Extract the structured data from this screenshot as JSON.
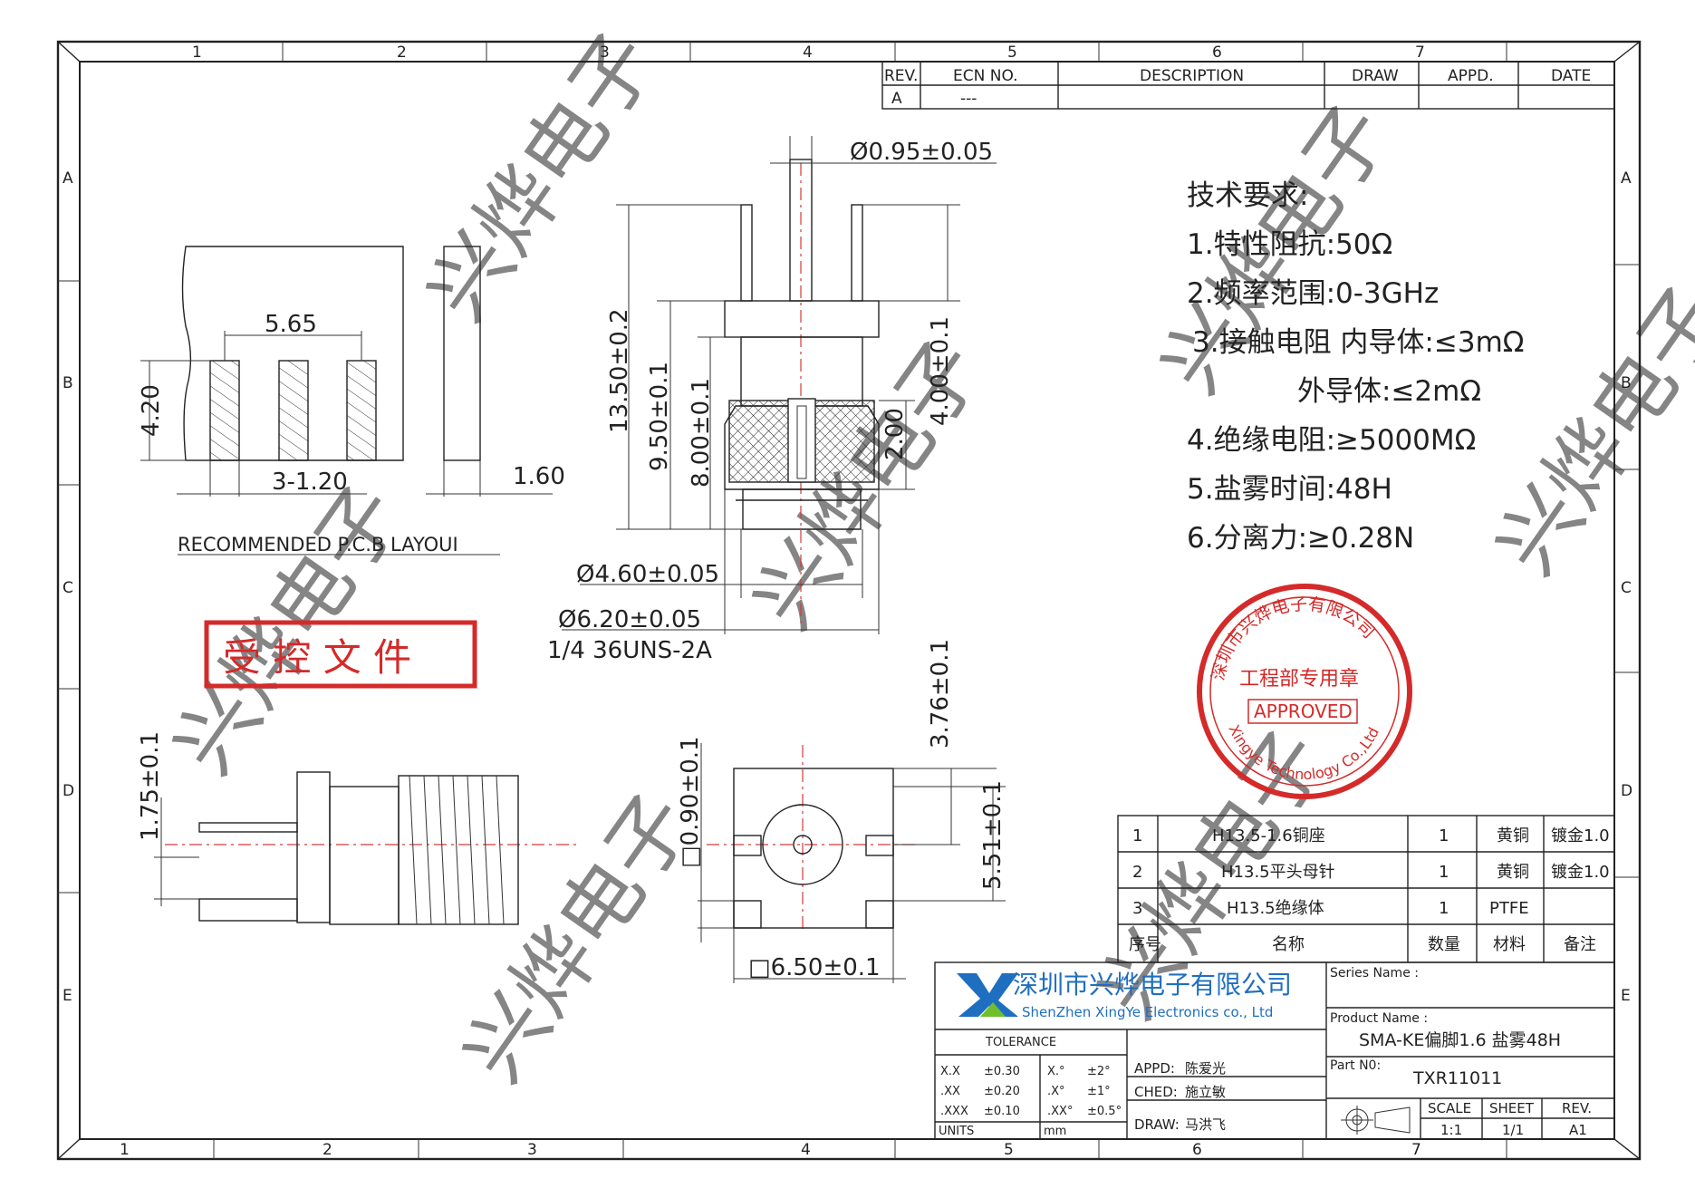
{
  "frame": {
    "col_labels": [
      "1",
      "2",
      "3",
      "4",
      "5",
      "6",
      "7"
    ],
    "row_labels": [
      "A",
      "B",
      "C",
      "D",
      "E"
    ]
  },
  "revision_table": {
    "headers": [
      "REV.",
      "ECN NO.",
      "DESCRIPTION",
      "DRAW",
      "APPD.",
      "DATE"
    ],
    "row": [
      "A",
      "---",
      "",
      "",
      "",
      ""
    ]
  },
  "tech_requirements": {
    "title": "技术要求:",
    "items": [
      "1.特性阻抗:50Ω",
      "2.频率范围:0-3GHz",
      "3.接触电阻  内导体:≤3mΩ",
      "外导体:≤2mΩ",
      "4.绝缘电阻:≥5000MΩ",
      "5.盐雾时间:48H",
      "6.分离力:≥0.28N"
    ]
  },
  "pcb_layout": {
    "caption": "RECOMMENDED P.C.B LAYOUI",
    "dim_pitch": "5.65",
    "dim_height": "4.20",
    "dim_pad": "3-1.20",
    "dim_board": "1.60"
  },
  "controlled_doc_stamp": "受 控 文 件",
  "side_view": {
    "dim_pin_dia": "Ø0.95±0.05",
    "dim_total": "13.50±0.2",
    "dim_body": "9.50±0.1",
    "dim_insulator": "8.00±0.1",
    "dim_pin_len": "4.00±0.1",
    "dim_step": "2.00",
    "dim_inner_dia": "Ø4.60±0.05",
    "dim_outer_dia": "Ø6.20±0.05",
    "thread": "1/4 36UNS-2A"
  },
  "bottom_view": {
    "dim_left": "1.75±0.1"
  },
  "front_view": {
    "dim_top": "3.76±0.1",
    "dim_left": "□0.90±0.1",
    "dim_right": "5.51±0.1",
    "dim_bottom": "□6.50±0.1"
  },
  "approval_seal": {
    "company": "深圳市兴烨电子有限公司",
    "dept": "工程部专用章",
    "english": "Xingye Technology Co.,Ltd",
    "status": "APPROVED"
  },
  "bom": {
    "rows": [
      {
        "no": "1",
        "name": "H13.5-1.6铜座",
        "qty": "1",
        "material": "黄铜",
        "note": "镀金1.0"
      },
      {
        "no": "2",
        "name": "H13.5平头母针",
        "qty": "1",
        "material": "黄铜",
        "note": "镀金1.0"
      },
      {
        "no": "3",
        "name": "H13.5绝缘体",
        "qty": "1",
        "material": "PTFE",
        "note": ""
      }
    ],
    "headers": {
      "no": "序号",
      "name": "名称",
      "qty": "数量",
      "material": "材料",
      "note": "备注"
    }
  },
  "title_block": {
    "company_cn": "深圳市兴烨电子有限公司",
    "company_en": "ShenZhen XingYe Electronics co., Ltd",
    "series_label": "Series Name :",
    "series_value": "",
    "product_label": "Product Name :",
    "product_value": "SMA-KE偏脚1.6 盐雾48H",
    "part_label": "Part N0:",
    "part_value": "TXR11011",
    "tolerance_label": "TOLERANCE",
    "tolerances": [
      {
        "a": "X.X",
        "b": "±0.30",
        "c": "X.°",
        "d": "±2°"
      },
      {
        "a": ".XX",
        "b": "±0.20",
        "c": ".X°",
        "d": "±1°"
      },
      {
        "a": ".XXX",
        "b": "±0.10",
        "c": ".XX°",
        "d": "±0.5°"
      }
    ],
    "units_label": "UNITS",
    "units_value": "mm",
    "appd_label": "APPD:",
    "appd_value": "陈爱光",
    "ched_label": "CHED:",
    "ched_value": "施立敏",
    "draw_label": "DRAW:",
    "draw_value": "马洪飞",
    "scale_label": "SCALE",
    "scale_value": "1:1",
    "sheet_label": "SHEET",
    "sheet_value": "1/1",
    "rev_label": "REV.",
    "rev_value": "A1"
  },
  "watermark": "兴烨电子",
  "colors": {
    "line": "#222222",
    "red_stamp": "#d42a2a",
    "centerline": "#d43a3a",
    "logo_blue": "#1f6fc0",
    "logo_green": "#6fbf2a"
  }
}
